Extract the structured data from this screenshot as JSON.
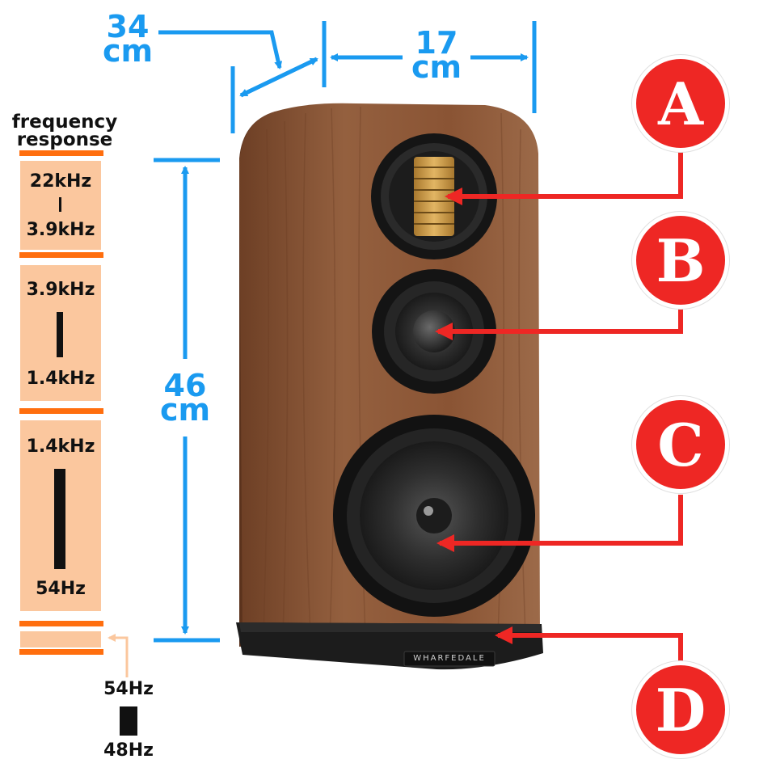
{
  "dimensions": {
    "depth": {
      "value": "34",
      "unit": "cm"
    },
    "width": {
      "value": "17",
      "unit": "cm"
    },
    "height": {
      "value": "46",
      "unit": "cm"
    }
  },
  "frequency": {
    "title_line1": "frequency",
    "title_line2": "response",
    "bands": [
      {
        "top": "22kHz",
        "bottom": "3.9kHz"
      },
      {
        "top": "3.9kHz",
        "bottom": "1.4kHz"
      },
      {
        "top": "1.4kHz",
        "bottom": "54Hz"
      }
    ],
    "plinth": {
      "top": "54Hz",
      "bottom": "48Hz"
    }
  },
  "callouts": [
    {
      "letter": "A"
    },
    {
      "letter": "B"
    },
    {
      "letter": "C"
    },
    {
      "letter": "D"
    }
  ],
  "brand": "WHARFEDALE",
  "colors": {
    "dimension": "#1a9af0",
    "band_fill": "#fbc79e",
    "band_border": "#ff6e0e",
    "callout": "#ee2724",
    "wood": "#8a5434"
  }
}
